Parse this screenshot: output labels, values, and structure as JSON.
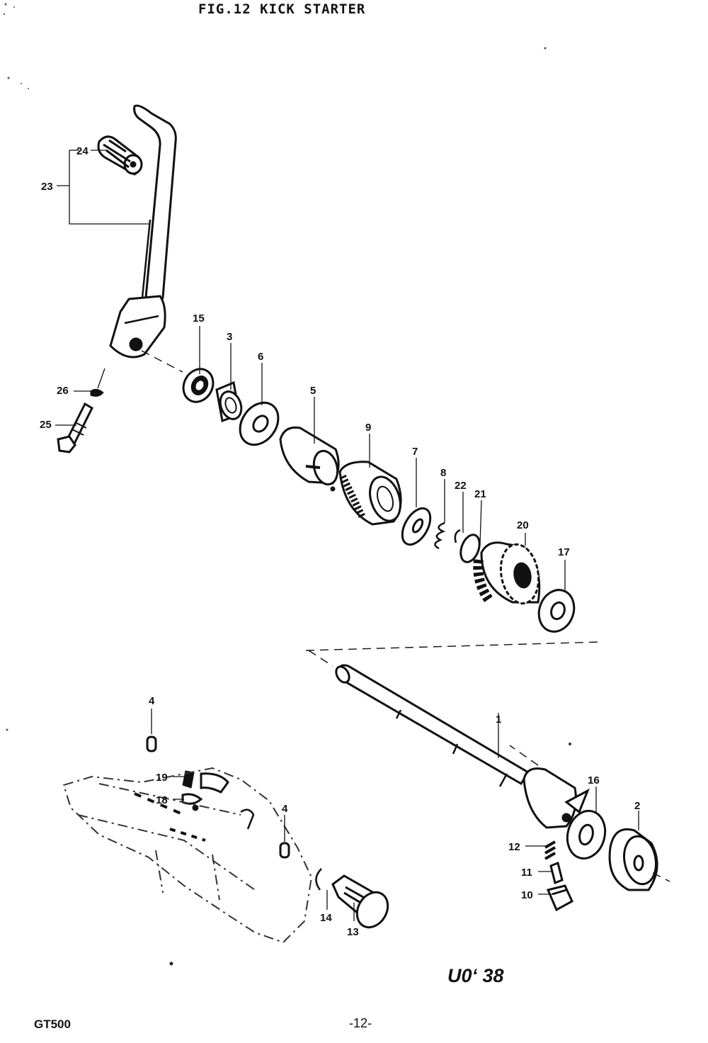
{
  "header": {
    "title": "FIG.12  KICK STARTER"
  },
  "footer": {
    "model": "GT500",
    "page": "-12-",
    "code": "U0ʻ 38"
  },
  "callouts": {
    "c1": "1",
    "c2": "2",
    "c3": "3",
    "c4a": "4",
    "c4b": "4",
    "c5": "5",
    "c6": "6",
    "c7": "7",
    "c8": "8",
    "c9": "9",
    "c10": "10",
    "c11": "11",
    "c12": "12",
    "c13": "13",
    "c14": "14",
    "c15": "15",
    "c16": "16",
    "c17": "17",
    "c18": "18",
    "c19": "19",
    "c20": "20",
    "c21": "21",
    "c22": "22",
    "c23": "23",
    "c24": "24",
    "c25": "25",
    "c26": "26"
  }
}
